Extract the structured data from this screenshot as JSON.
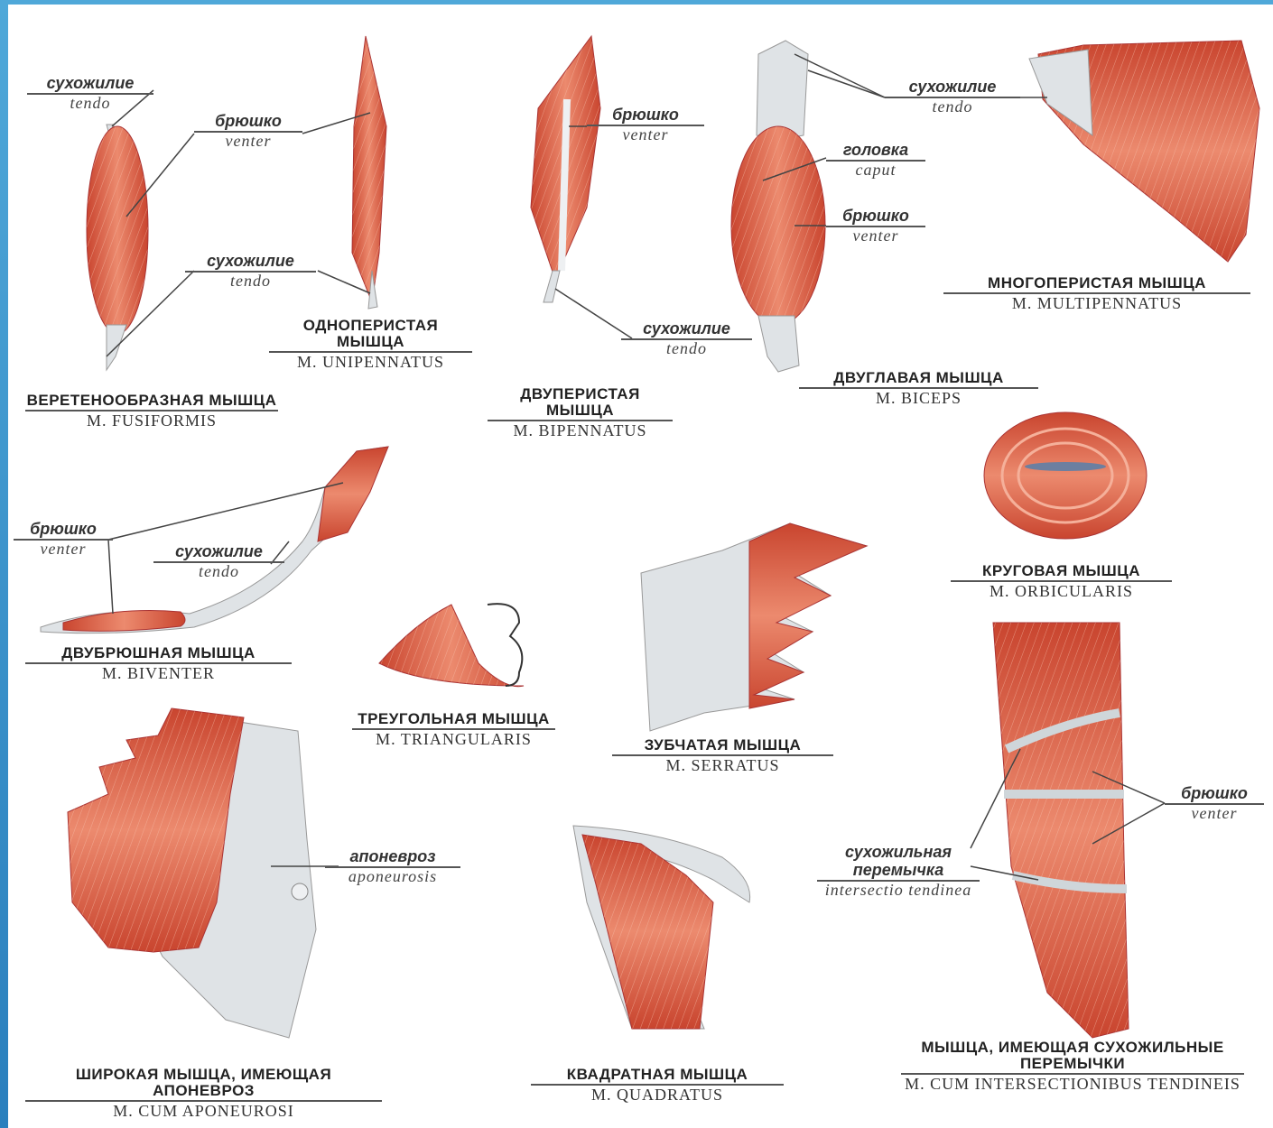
{
  "labels": {
    "fusiformis_ru": "ВЕРЕТЕНООБРАЗНАЯ МЫШЦА",
    "fusiformis_la": "M. FUSIFORMIS",
    "unipennatus_ru": "ОДНОПЕРИСТАЯ МЫШЦА",
    "unipennatus_la": "M. UNIPENNATUS",
    "bipennatus_ru": "ДВУПЕРИСТАЯ МЫШЦА",
    "bipennatus_la": "M. BIPENNATUS",
    "biceps_ru": "ДВУГЛАВАЯ МЫШЦА",
    "biceps_la": "M. BICEPS",
    "multipennatus_ru": "МНОГОПЕРИСТАЯ МЫШЦА",
    "multipennatus_la": "M. MULTIPENNATUS",
    "biventer_ru": "ДВУБРЮШНАЯ МЫШЦА",
    "biventer_la": "M. BIVENTER",
    "triangularis_ru": "ТРЕУГОЛЬНАЯ МЫШЦА",
    "triangularis_la": "M. TRIANGULARIS",
    "serratus_ru": "ЗУБЧАТАЯ МЫШЦА",
    "serratus_la": "M. SERRATUS",
    "orbicularis_ru": "КРУГОВАЯ МЫШЦА",
    "orbicularis_la": "M. ORBICULARIS",
    "aponeurosi_ru": "ШИРОКАЯ МЫШЦА, ИМЕЮЩАЯ АПОНЕВРОЗ",
    "aponeurosi_la": "M. CUM APONEUROSI",
    "quadratus_ru": "КВАДРАТНАЯ МЫШЦА",
    "quadratus_la": "M. QUADRATUS",
    "intersection_ru": "МЫШЦА, ИМЕЮЩАЯ СУХОЖИЛЬНЫЕ ПЕРЕМЫЧКИ",
    "intersection_la": "M. CUM INTERSECTIONIBUS TENDINEIS"
  },
  "parts": {
    "tendon_ru": "сухожилие",
    "tendon_la": "tendo",
    "belly_ru": "брюшко",
    "belly_la": "venter",
    "head_ru": "головка",
    "head_la": "caput",
    "aponeurosis_ru": "апоневроз",
    "aponeurosis_la": "aponeurosis",
    "intersection_ru": "сухожильная перемычка",
    "intersection_la": "intersectio tendinea"
  },
  "colors": {
    "muscle": "#d9553f",
    "muscle_light": "#ec8a6e",
    "tendon": "#dfe3e6",
    "accent": "#4fa8d9"
  }
}
